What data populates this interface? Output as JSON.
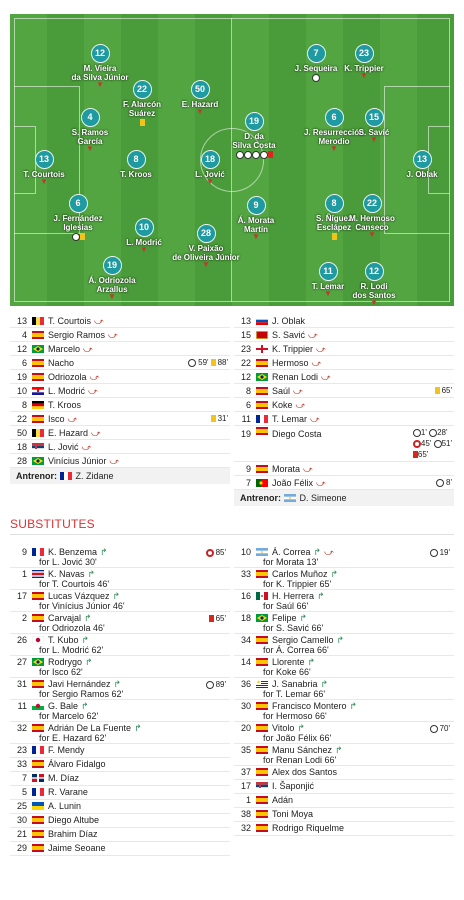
{
  "pitch": {
    "home": [
      {
        "num": "12",
        "name": "M. Vieira\nda Silva Júnior",
        "arrow": true,
        "card": "",
        "goal": ""
      },
      {
        "num": "4",
        "name": "S. Ramos\nGarcía",
        "arrow": true,
        "card": "",
        "goal": ""
      },
      {
        "num": "13",
        "name": "T. Courtois",
        "arrow": true,
        "card": "",
        "goal": ""
      },
      {
        "num": "6",
        "name": "J. Fernández\nIglesias",
        "arrow": false,
        "card": "yellow",
        "goal": "ball"
      },
      {
        "num": "19",
        "name": "Á. Odriozola\nArzallus",
        "arrow": true,
        "card": "",
        "goal": ""
      },
      {
        "num": "22",
        "name": "F. Alarcón\nSuárez",
        "arrow": false,
        "card": "yellow",
        "goal": ""
      },
      {
        "num": "8",
        "name": "T. Kroos",
        "arrow": false,
        "card": "",
        "goal": ""
      },
      {
        "num": "10",
        "name": "L. Modrić",
        "arrow": true,
        "card": "",
        "goal": ""
      },
      {
        "num": "50",
        "name": "E. Hazard",
        "arrow": true,
        "card": "",
        "goal": ""
      },
      {
        "num": "18",
        "name": "L. Jović",
        "arrow": true,
        "card": "",
        "goal": ""
      },
      {
        "num": "28",
        "name": "V. Paixão\nde Oliveira Júnior",
        "arrow": true,
        "card": "",
        "goal": ""
      }
    ],
    "away": [
      {
        "num": "19",
        "name": "D. da\nSilva Costa",
        "arrow": false,
        "card": "red",
        "goal": "ball ball ball ball"
      },
      {
        "num": "9",
        "name": "Á. Morata\nMartín",
        "arrow": true,
        "card": "",
        "goal": ""
      },
      {
        "num": "7",
        "name": "J. Sequeira",
        "arrow": false,
        "card": "",
        "goal": "ball"
      },
      {
        "num": "6",
        "name": "J. Resurrección\nMerodio",
        "arrow": true,
        "card": "",
        "goal": ""
      },
      {
        "num": "8",
        "name": "S. Ñíguez\nEsclápez",
        "arrow": false,
        "card": "yellow",
        "goal": ""
      },
      {
        "num": "11",
        "name": "T. Lemar",
        "arrow": true,
        "card": "",
        "goal": ""
      },
      {
        "num": "23",
        "name": "K. Trippier",
        "arrow": true,
        "card": "",
        "goal": ""
      },
      {
        "num": "15",
        "name": "S. Savić",
        "arrow": true,
        "card": "",
        "goal": ""
      },
      {
        "num": "22",
        "name": "M. Hermoso\nCanseco",
        "arrow": true,
        "card": "",
        "goal": ""
      },
      {
        "num": "12",
        "name": "R. Lodi\ndos Santos",
        "arrow": true,
        "card": "",
        "goal": ""
      },
      {
        "num": "13",
        "name": "J. Oblak",
        "arrow": false,
        "card": "",
        "goal": ""
      }
    ]
  },
  "lineups": {
    "home": [
      {
        "num": "13",
        "flag": "belgium",
        "name": "T. Courtois",
        "sub": "out",
        "events": []
      },
      {
        "num": "4",
        "flag": "spain",
        "name": "Sergio Ramos",
        "sub": "out",
        "events": []
      },
      {
        "num": "12",
        "flag": "brazil",
        "name": "Marcelo",
        "sub": "out",
        "events": []
      },
      {
        "num": "6",
        "flag": "spain",
        "name": "Nacho",
        "sub": "",
        "events": [
          {
            "type": "ball",
            "min": "59'"
          },
          {
            "type": "yellow",
            "min": "88'"
          }
        ]
      },
      {
        "num": "19",
        "flag": "spain",
        "name": "Odriozola",
        "sub": "out",
        "events": []
      },
      {
        "num": "10",
        "flag": "croatia",
        "name": "L. Modrić",
        "sub": "out",
        "events": []
      },
      {
        "num": "8",
        "flag": "germany",
        "name": "T. Kroos",
        "sub": "",
        "events": []
      },
      {
        "num": "22",
        "flag": "spain",
        "name": "Isco",
        "sub": "out",
        "events": [
          {
            "type": "yellow",
            "min": "31'"
          }
        ]
      },
      {
        "num": "50",
        "flag": "belgium",
        "name": "E. Hazard",
        "sub": "out",
        "events": []
      },
      {
        "num": "18",
        "flag": "serbia",
        "name": "L. Jović",
        "sub": "out",
        "events": []
      },
      {
        "num": "28",
        "flag": "brazil",
        "name": "Vinícius Júnior",
        "sub": "out",
        "events": []
      }
    ],
    "home_coach_label": "Antrenor:",
    "home_coach": "Z. Zidane",
    "away": [
      {
        "num": "13",
        "flag": "slovenia",
        "name": "J. Oblak",
        "sub": "",
        "events": []
      },
      {
        "num": "15",
        "flag": "montenegro",
        "name": "S. Savić",
        "sub": "out",
        "events": []
      },
      {
        "num": "23",
        "flag": "england",
        "name": "K. Trippier",
        "sub": "out",
        "events": []
      },
      {
        "num": "22",
        "flag": "spain",
        "name": "Hermoso",
        "sub": "out",
        "events": []
      },
      {
        "num": "12",
        "flag": "brazil",
        "name": "Renan Lodi",
        "sub": "out",
        "events": []
      },
      {
        "num": "8",
        "flag": "spain",
        "name": "Saúl",
        "sub": "out",
        "events": [
          {
            "type": "yellow",
            "min": "65'"
          }
        ]
      },
      {
        "num": "6",
        "flag": "spain",
        "name": "Koke",
        "sub": "out",
        "events": []
      },
      {
        "num": "11",
        "flag": "france",
        "name": "T. Lemar",
        "sub": "out",
        "events": []
      },
      {
        "num": "19",
        "flag": "spain",
        "name": "Diego Costa",
        "sub": "",
        "events": []
      },
      {
        "num": "9",
        "flag": "spain",
        "name": "Morata",
        "sub": "out",
        "events": []
      },
      {
        "num": "7",
        "flag": "portugal",
        "name": "João Félix",
        "sub": "out",
        "events": [
          {
            "type": "ball",
            "min": "8'"
          }
        ]
      }
    ],
    "diego_events": [
      "1'",
      "28'",
      "45'",
      "51'",
      "65'"
    ],
    "away_coach_label": "Antrenor:",
    "away_coach": "D. Simeone"
  },
  "substitutes_title": "SUBSTITUTES",
  "subs": {
    "home": [
      {
        "num": "9",
        "flag": "france",
        "name": "K. Benzema",
        "for": "for L. Jović 30'",
        "event": {
          "type": "pen",
          "min": "85'"
        }
      },
      {
        "num": "1",
        "flag": "costarica",
        "name": "K. Navas",
        "for": "for T. Courtois 46'",
        "event": null
      },
      {
        "num": "17",
        "flag": "spain",
        "name": "Lucas Vázquez",
        "for": "for Vinícius Júnior 46'",
        "event": null
      },
      {
        "num": "2",
        "flag": "spain",
        "name": "Carvajal",
        "for": "for Odriozola 46'",
        "event": {
          "type": "red",
          "min": "65'"
        }
      },
      {
        "num": "26",
        "flag": "japan",
        "name": "T. Kubo",
        "for": "for L. Modrić 62'",
        "event": null
      },
      {
        "num": "27",
        "flag": "brazil",
        "name": "Rodrygo",
        "for": "for Isco 62'",
        "event": null
      },
      {
        "num": "31",
        "flag": "spain",
        "name": "Javi Hernández",
        "for": "for Sergio Ramos 62'",
        "event": {
          "type": "ball",
          "min": "89'"
        }
      },
      {
        "num": "11",
        "flag": "wales",
        "name": "G. Bale",
        "for": "for Marcelo 62'",
        "event": null
      },
      {
        "num": "32",
        "flag": "spain",
        "name": "Adrián De La Fuente",
        "for": "for E. Hazard 62'",
        "event": null
      },
      {
        "num": "23",
        "flag": "france",
        "name": "F. Mendy",
        "for": "",
        "event": null
      },
      {
        "num": "33",
        "flag": "spain",
        "name": "Álvaro Fidalgo",
        "for": "",
        "event": null
      },
      {
        "num": "7",
        "flag": "dominican",
        "name": "M. Díaz",
        "for": "",
        "event": null
      },
      {
        "num": "5",
        "flag": "france",
        "name": "R. Varane",
        "for": "",
        "event": null
      },
      {
        "num": "25",
        "flag": "ukraine",
        "name": "A. Lunin",
        "for": "",
        "event": null
      },
      {
        "num": "30",
        "flag": "spain",
        "name": "Diego Altube",
        "for": "",
        "event": null
      },
      {
        "num": "21",
        "flag": "spain",
        "name": "Brahim Díaz",
        "for": "",
        "event": null
      },
      {
        "num": "29",
        "flag": "spain",
        "name": "Jaime Seoane",
        "for": "",
        "event": null
      }
    ],
    "away": [
      {
        "num": "10",
        "flag": "argentina",
        "name": "Á. Correa",
        "for": "for Morata 13'",
        "event": {
          "type": "ball",
          "min": "19'"
        },
        "out": true
      },
      {
        "num": "33",
        "flag": "spain",
        "name": "Carlos Muñoz",
        "for": "for K. Trippier 65'",
        "event": null
      },
      {
        "num": "16",
        "flag": "mexico",
        "name": "H. Herrera",
        "for": "for Saúl 66'",
        "event": null
      },
      {
        "num": "18",
        "flag": "brazil",
        "name": "Felipe",
        "for": "for S. Savić 66'",
        "event": null
      },
      {
        "num": "34",
        "flag": "spain",
        "name": "Sergio Camello",
        "for": "for Á. Correa 66'",
        "event": null
      },
      {
        "num": "14",
        "flag": "spain",
        "name": "Llorente",
        "for": "for Koke 66'",
        "event": null
      },
      {
        "num": "36",
        "flag": "uruguay",
        "name": "J. Sanabria",
        "for": "for T. Lemar 66'",
        "event": null
      },
      {
        "num": "30",
        "flag": "spain",
        "name": "Francisco Montero",
        "for": "for Hermoso 66'",
        "event": null
      },
      {
        "num": "20",
        "flag": "spain",
        "name": "Vitolo",
        "for": "for João Félix 66'",
        "event": {
          "type": "ball",
          "min": "70'"
        }
      },
      {
        "num": "35",
        "flag": "spain",
        "name": "Manu Sánchez",
        "for": "for Renan Lodi 66'",
        "event": null
      },
      {
        "num": "37",
        "flag": "spain",
        "name": "Alex dos Santos",
        "for": "",
        "event": null
      },
      {
        "num": "17",
        "flag": "serbia",
        "name": "I. Šaponjić",
        "for": "",
        "event": null
      },
      {
        "num": "1",
        "flag": "spain",
        "name": "Adán",
        "for": "",
        "event": null
      },
      {
        "num": "38",
        "flag": "spain",
        "name": "Toni Moya",
        "for": "",
        "event": null
      },
      {
        "num": "32",
        "flag": "spain",
        "name": "Rodrigo Riquelme",
        "for": "",
        "event": null
      }
    ]
  }
}
